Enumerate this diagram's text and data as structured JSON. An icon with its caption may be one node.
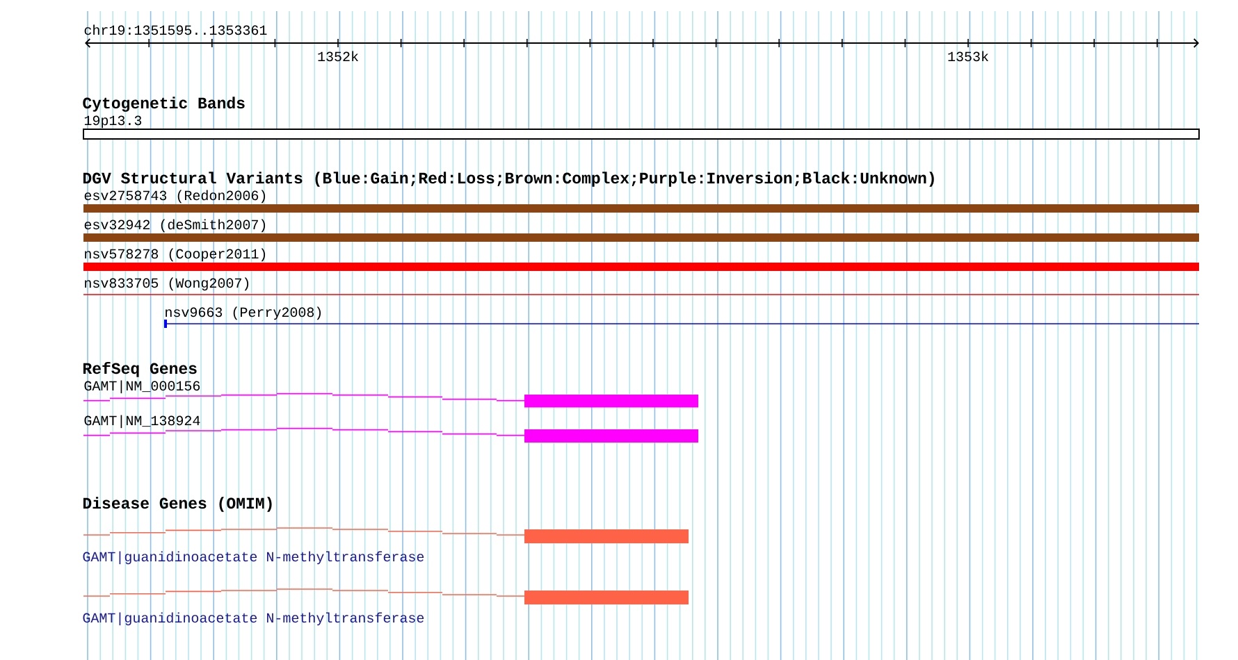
{
  "diagram": {
    "labels": [
      "chr19:1351595..1353361",
      "1352k",
      "1353k",
      "Cytogenetic Bands",
      "19p13.3",
      "DGV Structural Variants (Blue:Gain;Red:Loss;Brown:Complex;Purple:Inversion;Black:Unknown)",
      "esv2758743 (Redon2006)",
      "esv32942 (deSmith2007)",
      "nsv578278 (Cooper2011)",
      "nsv833705 (Wong2007)",
      "nsv9663 (Perry2008)",
      "RefSeq Genes",
      "GAMT|NM_000156",
      "GAMT|NM_138924",
      "Disease Genes (OMIM)",
      "GAMT|guanidinoacetate N-methyltransferase",
      "GAMT|guanidinoacetate N-methyltransferase"
    ]
  }
}
